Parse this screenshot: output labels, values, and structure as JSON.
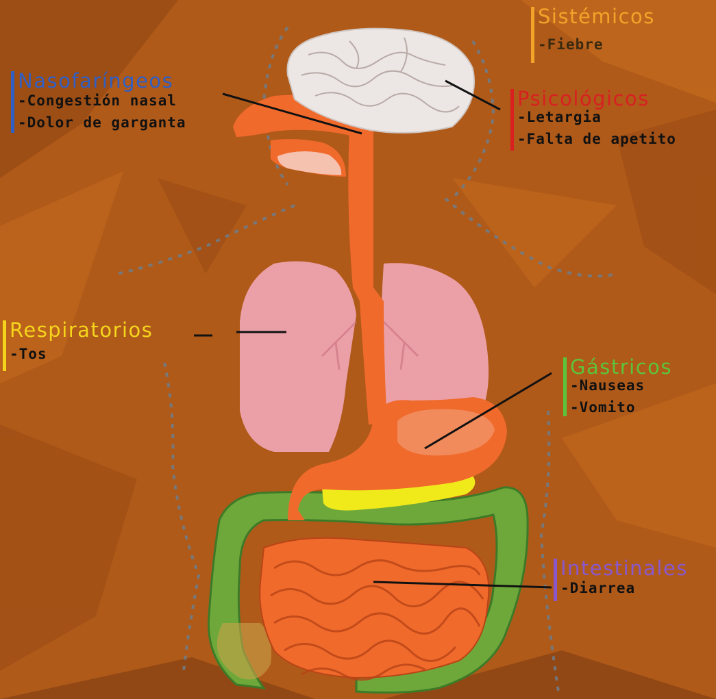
{
  "colors": {
    "background": "#b05a1a",
    "background_dark": "#8e4512",
    "background_light": "#c46a1e",
    "organ_orange": "#f06a2c",
    "lung_pink": "#eba0a8",
    "brain_gray": "#ece6e4",
    "colon_green": "#6fa83a",
    "pancreas_yellow": "#f1ea1b",
    "silhouette": "#6c7e8c"
  },
  "groups": {
    "sistemicos": {
      "title": "Sistémicos",
      "color": "#f3a32a",
      "items": [
        "-Fiebre"
      ]
    },
    "nasofaringeos": {
      "title": "Nasofaríngeos",
      "color": "#2f5fc4",
      "items": [
        "-Congestión nasal",
        "-Dolor de garganta"
      ]
    },
    "psicologicos": {
      "title": "Psicológicos",
      "color": "#d82020",
      "items": [
        "-Letargia",
        "-Falta de apetito"
      ]
    },
    "respiratorios": {
      "title": "Respiratorios",
      "color": "#f5d51c",
      "items": [
        "-Tos"
      ]
    },
    "gastricos": {
      "title": "Gástricos",
      "color": "#5cc43a",
      "items": [
        "-Nauseas",
        "-Vomito"
      ]
    },
    "intestinales": {
      "title": "Intestinales",
      "color": "#8a58cc",
      "items": [
        "-Diarrea"
      ]
    }
  }
}
